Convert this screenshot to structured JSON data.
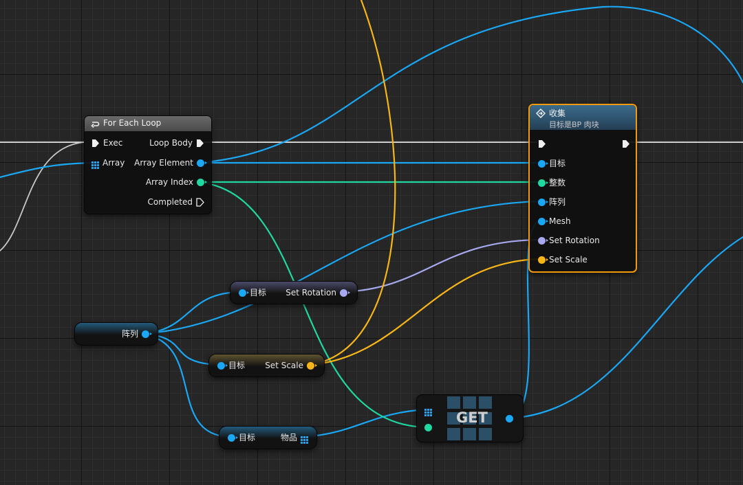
{
  "colors": {
    "exec": "#e6e6e6",
    "object": "#1aa7f4",
    "integer": "#1fd9a1",
    "rotator": "#a8a8f0",
    "vector": "#f7b618",
    "selection": "#f29a0c",
    "loop_header": "#5d5d5d",
    "func_header": "#2f5874"
  },
  "for_each": {
    "icon": "loop-icon",
    "title": "For Each Loop",
    "exec": "Exec",
    "array": "Array",
    "loop_body": "Loop Body",
    "array_element": "Array Element",
    "array_index": "Array Index",
    "completed": "Completed"
  },
  "collect": {
    "icon": "function-icon",
    "title": "收集",
    "subtitle": "目标是BP 肉块",
    "pins": {
      "target": "目标",
      "integer": "整数",
      "array": "阵列",
      "mesh": "Mesh",
      "set_rotation": "Set Rotation",
      "set_scale": "Set Scale"
    }
  },
  "var_array": {
    "label": "阵列"
  },
  "get_rotation": {
    "target": "目标",
    "value": "Set Rotation"
  },
  "get_scale": {
    "target": "目标",
    "value": "Set Scale"
  },
  "get_items": {
    "target": "目标",
    "value": "物品"
  },
  "get_node": {
    "label": "GET"
  }
}
